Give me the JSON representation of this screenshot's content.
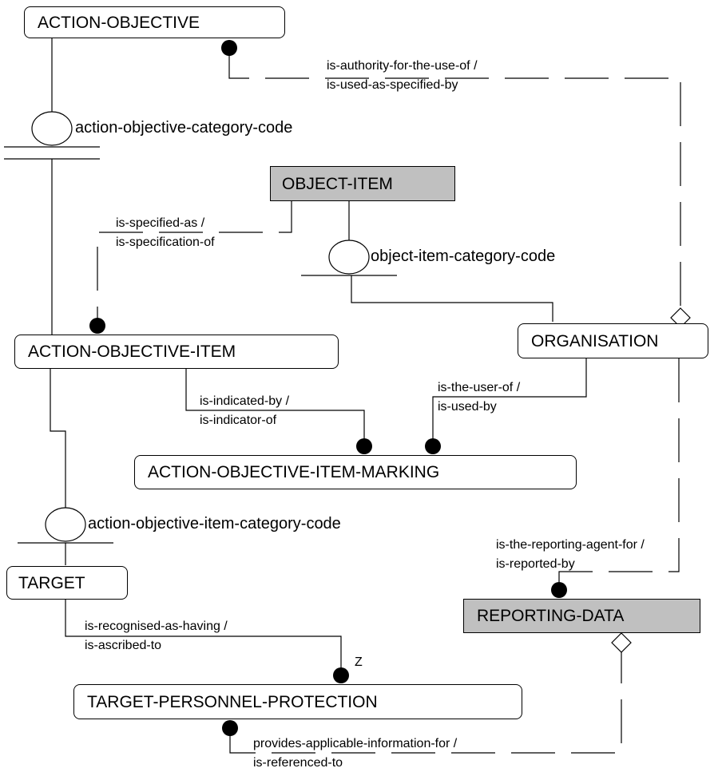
{
  "entities": {
    "action_objective": "ACTION-OBJECTIVE",
    "object_item": "OBJECT-ITEM",
    "action_objective_item": "ACTION-OBJECTIVE-ITEM",
    "organisation": "ORGANISATION",
    "action_objective_item_marking": "ACTION-OBJECTIVE-ITEM-MARKING",
    "target": "TARGET",
    "reporting_data": "REPORTING-DATA",
    "target_personnel_protection": "TARGET-PERSONNEL-PROTECTION"
  },
  "category_codes": {
    "action_objective": "action-objective-category-code",
    "object_item": "object-item-category-code",
    "action_objective_item": "action-objective-item-category-code"
  },
  "relationships": {
    "authority": {
      "line1": "is-authority-for-the-use-of /",
      "line2": "is-used-as-specified-by"
    },
    "specified": {
      "line1": "is-specified-as /",
      "line2": "is-specification-of"
    },
    "indicated": {
      "line1": "is-indicated-by /",
      "line2": "is-indicator-of"
    },
    "user": {
      "line1": "is-the-user-of /",
      "line2": "is-used-by"
    },
    "reporting_agent": {
      "line1": "is-the-reporting-agent-for /",
      "line2": "is-reported-by"
    },
    "recognised": {
      "line1": "is-recognised-as-having /",
      "line2": "is-ascribed-to"
    },
    "provides": {
      "line1": "provides-applicable-information-for /",
      "line2": "is-referenced-to"
    }
  },
  "cardinality": {
    "z_marker": "Z"
  },
  "colors": {
    "shaded_entity": "#c0c0c0",
    "line": "#000000"
  }
}
